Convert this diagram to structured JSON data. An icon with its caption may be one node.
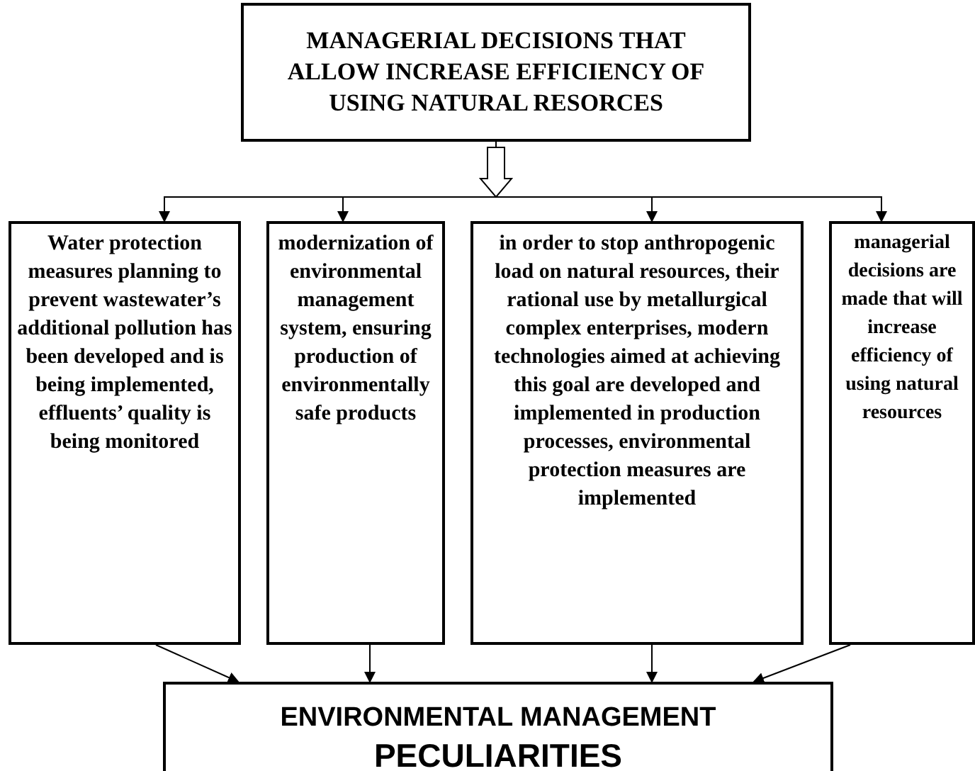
{
  "diagram": {
    "nodes": [
      {
        "text": [
          "MANAGERIAL DECISIONS THAT ALLOW INCREASE EFFICIENCY OF USING NATURAL RESORCES"
        ]
      },
      {
        "text": [
          "Water protection measures planning to prevent wastewater’s additional pollution has been developed and is being implemented, effluents’ quality is being monitored"
        ]
      },
      {
        "text": [
          "modernization of environmental management system, ensuring production of environmentally safe products"
        ]
      },
      {
        "text": [
          "in order to stop anthropogenic load on natural resources, their rational use by metallurgical complex enterprises, modern technologies aimed at achieving this goal are developed and implemented in production processes, environmental protection measures are implemented"
        ]
      },
      {
        "text": [
          "managerial decisions are made that will increase efficiency of using natural resources"
        ]
      },
      {
        "text": [
          "ENVIRONMENTAL MANAGEMENT",
          "PECULIARITIES"
        ]
      }
    ],
    "edges": [
      {
        "from": 0,
        "to": 1,
        "arrow": "to"
      },
      {
        "from": 0,
        "to": 2,
        "arrow": "to"
      },
      {
        "from": 0,
        "to": 3,
        "arrow": "to"
      },
      {
        "from": 0,
        "to": 4,
        "arrow": "to"
      },
      {
        "from": 1,
        "to": 5,
        "arrow": "to"
      },
      {
        "from": 2,
        "to": 5,
        "arrow": "to"
      },
      {
        "from": 3,
        "to": 5,
        "arrow": "to"
      },
      {
        "from": 4,
        "to": 5,
        "arrow": "to"
      }
    ]
  }
}
